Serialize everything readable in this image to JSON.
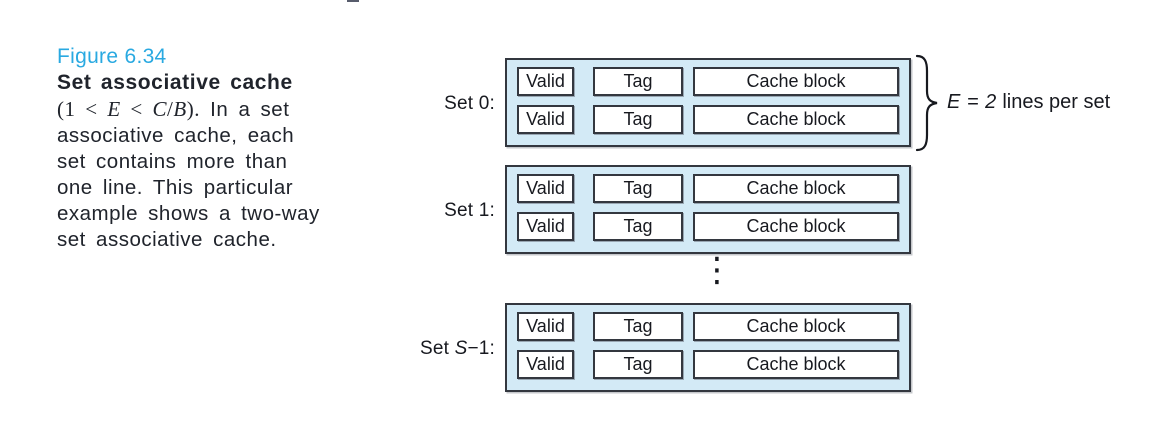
{
  "colors": {
    "figure_label_blue": "#29a9e1",
    "caption_text": "#20242c",
    "diagram_text": "#17191f",
    "set_fill": "#d3eaf6",
    "box_border": "#33373f",
    "background": "#ffffff"
  },
  "caption": {
    "figure_label": "Figure 6.34",
    "title": "Set associative cache",
    "math_open": "(1 <",
    "math_E": "E",
    "math_lt": "<",
    "math_C": "C",
    "math_slash": "/",
    "math_B": "B",
    "math_close": ").",
    "line1_rest": "In a set",
    "lines": [
      "associative cache, each",
      "set contains more than",
      "one line. This particular",
      "example shows a two-way",
      "set associative cache."
    ]
  },
  "diagram": {
    "sets": [
      {
        "label": "Set 0:",
        "label_var": "",
        "label_suffix": "",
        "rows": [
          [
            "Valid",
            "Tag",
            "Cache block"
          ],
          [
            "Valid",
            "Tag",
            "Cache block"
          ]
        ]
      },
      {
        "label": "Set 1:",
        "label_var": "",
        "label_suffix": "",
        "rows": [
          [
            "Valid",
            "Tag",
            "Cache block"
          ],
          [
            "Valid",
            "Tag",
            "Cache block"
          ]
        ]
      },
      {
        "label": "Set ",
        "label_var": "S",
        "label_suffix": "−1:",
        "rows": [
          [
            "Valid",
            "Tag",
            "Cache block"
          ],
          [
            "Valid",
            "Tag",
            "Cache block"
          ]
        ]
      }
    ],
    "ellipsis": "⋮",
    "brace_expr": "E = 2",
    "brace_text": "lines per set"
  }
}
